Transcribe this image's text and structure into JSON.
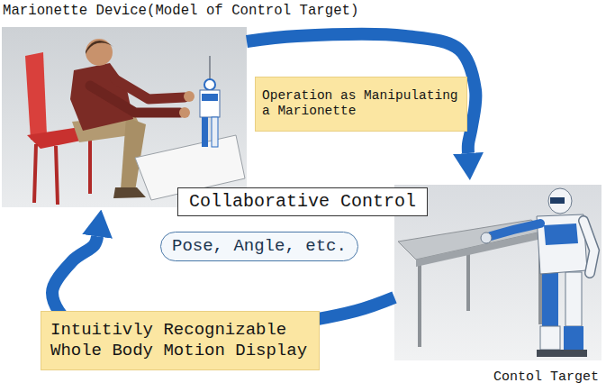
{
  "diagram": {
    "nodes": [
      {
        "text": [
          "Marionette Device(Model of Control Target)"
        ]
      },
      {
        "text": [
          "Operation as Manipulating a Marionette"
        ]
      },
      {
        "text": [
          "Collaborative Control"
        ]
      },
      {
        "text": [
          "Contol Target"
        ]
      },
      {
        "text": [
          "Intuitivly Recognizable Whole Body Motion Display"
        ]
      }
    ],
    "edges": [
      {
        "from": 0,
        "to": 3,
        "arrow": "to"
      },
      {
        "from": 3,
        "to": 0,
        "label": "Pose, Angle, etc.",
        "arrow": "to"
      }
    ]
  }
}
